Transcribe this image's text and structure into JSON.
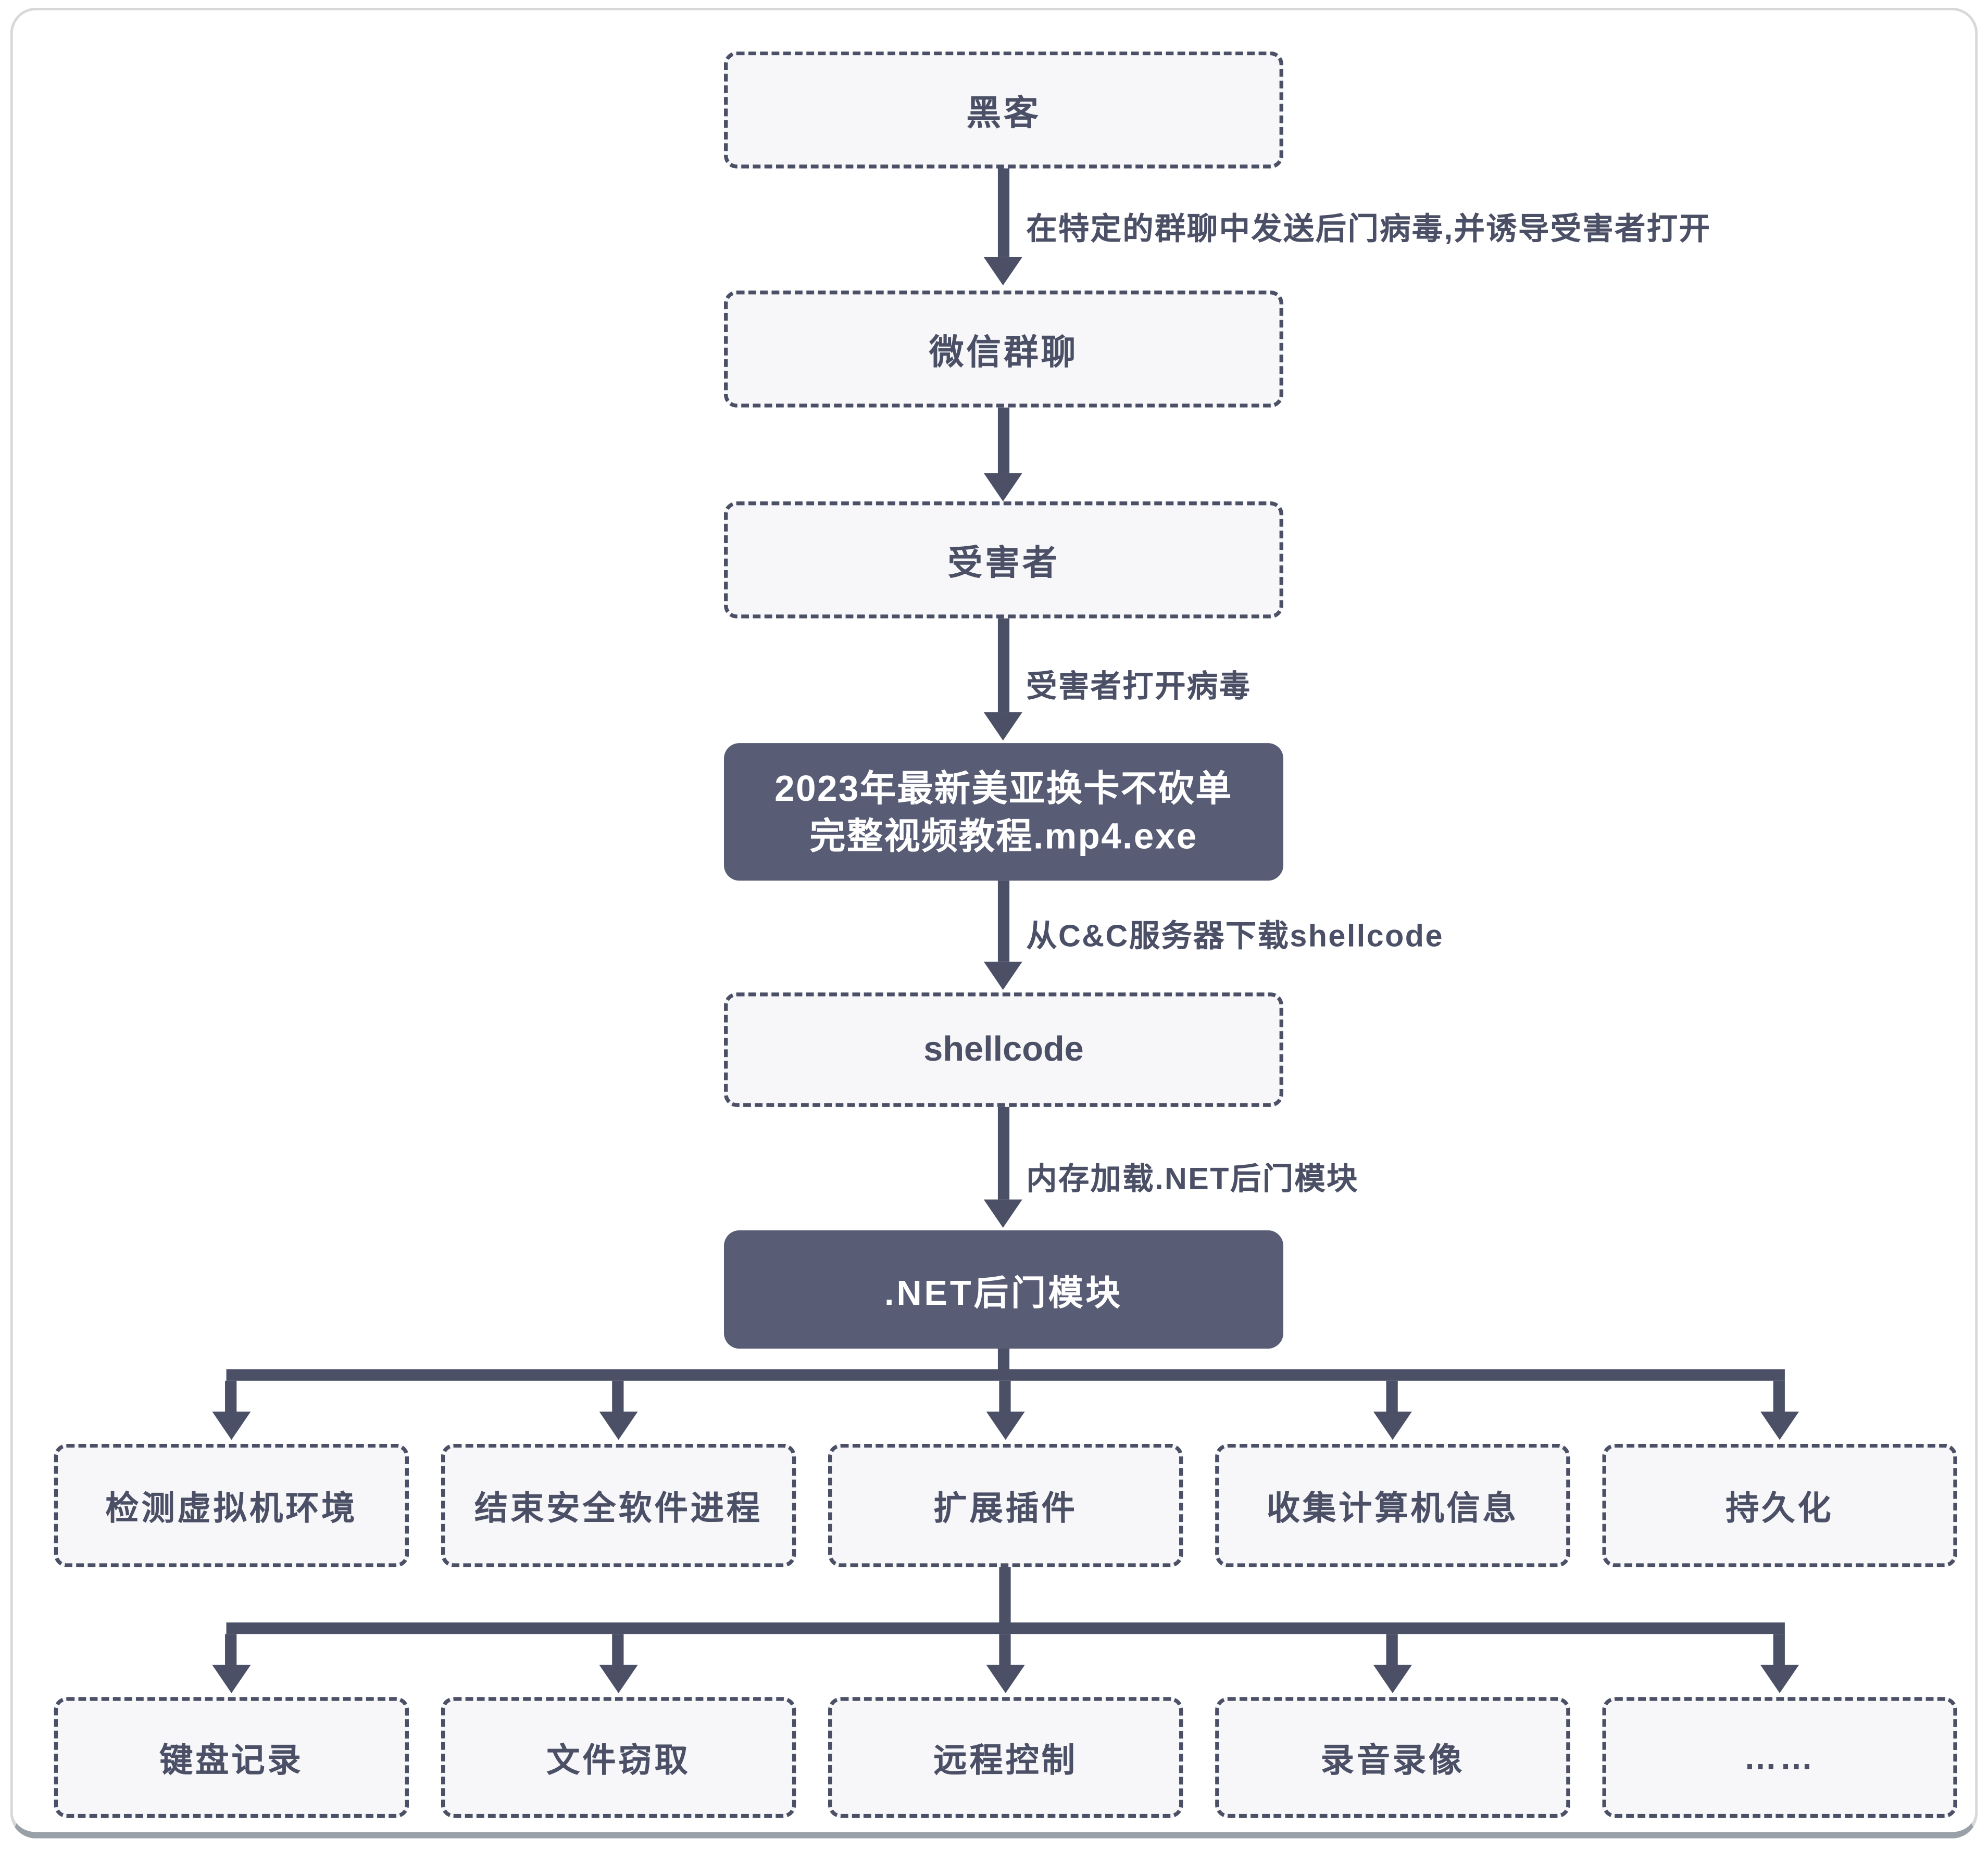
{
  "flow": {
    "hacker": "黑客",
    "edge_send_virus": "在特定的群聊中发送后门病毒,并诱导受害者打开",
    "wechat_group": "微信群聊",
    "victim": "受害者",
    "edge_open_virus": "受害者打开病毒",
    "malware_line1": "2023年最新美亚换卡不砍单",
    "malware_line2": "完整视频教程.mp4.exe",
    "edge_download_shellcode": "从C&C服务器下载shellcode",
    "shellcode": "shellcode",
    "edge_load_backdoor": "内存加载.NET后门模块",
    "dotnet_backdoor": ".NET后门模块",
    "capabilities": [
      "检测虚拟机环境",
      "结束安全软件进程",
      "扩展插件",
      "收集计算机信息",
      "持久化"
    ],
    "plugins": [
      "键盘记录",
      "文件窃取",
      "远程控制",
      "录音录像",
      "……"
    ]
  },
  "colors": {
    "ink": "#4b5066",
    "node_fill": "#f7f7f9",
    "solid_fill": "#585c74",
    "frame_border": "#d8d8d8",
    "frame_bottom": "#9aa0a8",
    "text_on_dark": "#ffffff"
  }
}
